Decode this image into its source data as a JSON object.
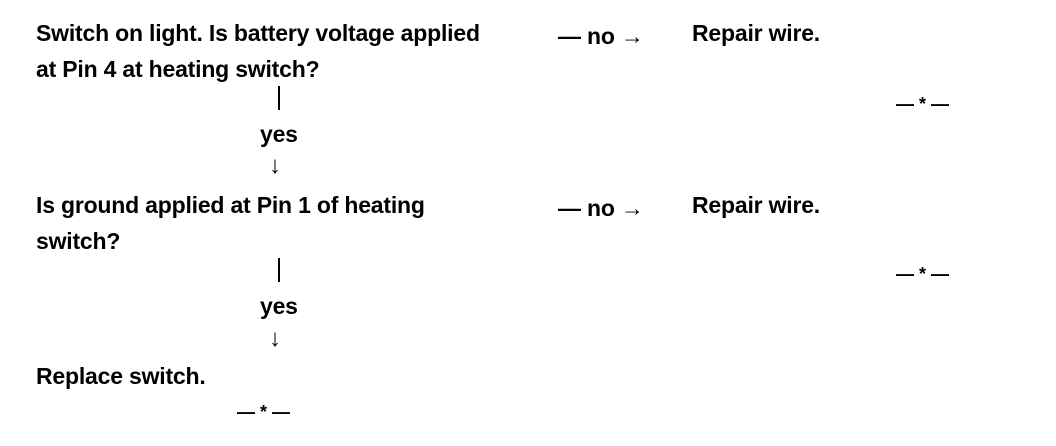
{
  "steps": [
    {
      "question_line1": "Switch on light. Is battery voltage applied",
      "question_line2": "at Pin 4 at heating switch?",
      "no_branch": "— no →",
      "no_action": "Repair wire.",
      "no_end_mark": "— * —",
      "yes_branch": "yes",
      "arrow": "↓"
    },
    {
      "question_line1": "Is ground applied at Pin 1 of heating",
      "question_line2": "switch?",
      "no_branch": "— no →",
      "no_action": "Repair wire.",
      "no_end_mark": "— * —",
      "yes_branch": "yes",
      "arrow": "↓"
    }
  ],
  "final_step": {
    "action": "Replace switch.",
    "end_mark": "— * —"
  }
}
